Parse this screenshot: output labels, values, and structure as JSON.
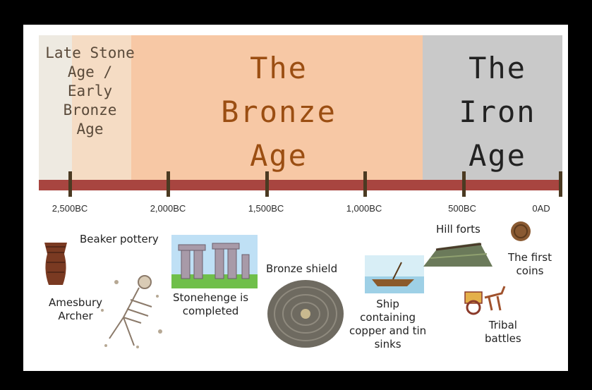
{
  "eras": {
    "stone": "Late Stone\nAge /\nEarly\nBronze\nAge",
    "bronze": "The\nBronze\nAge",
    "iron": "The\nIron\nAge"
  },
  "ticks": [
    "2,500BC",
    "2,000BC",
    "1,500BC",
    "1,000BC",
    "500BC",
    "0AD"
  ],
  "events": {
    "beaker": "Beaker pottery",
    "archer": "Amesbury\nArcher",
    "stonehenge": "Stonehenge is\ncompleted",
    "shield": "Bronze shield",
    "ship": "Ship\ncontaining\ncopper and tin\nsinks",
    "hillforts": "Hill forts",
    "coins": "The first\ncoins",
    "tribal": "Tribal\nbattles"
  },
  "colors": {
    "bronze_band": "#f7c8a5",
    "iron_band": "#c9c9c9",
    "axis": "#a84540"
  }
}
